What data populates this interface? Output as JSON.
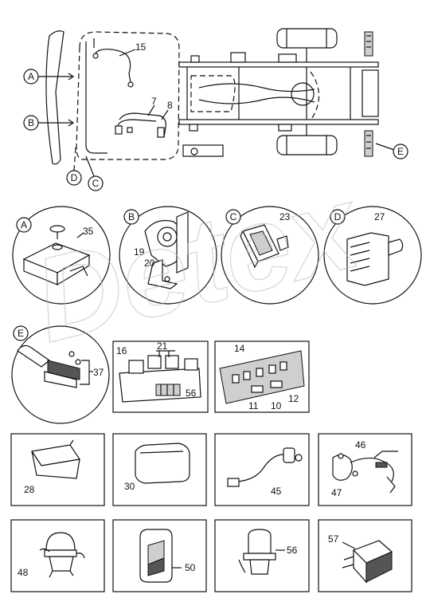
{
  "watermark": "Detex",
  "views": [
    "A",
    "B",
    "C",
    "D",
    "E"
  ],
  "main_numbers": [
    "15",
    "7",
    "8"
  ],
  "detail_numbers": {
    "A": [
      "35"
    ],
    "B": [
      "19",
      "20"
    ],
    "C": [
      "23"
    ],
    "D": [
      "27"
    ],
    "E": [
      "37"
    ]
  },
  "box_numbers": {
    "relay_box": [
      "16",
      "21",
      "56"
    ],
    "fuse_panel": [
      "14",
      "11",
      "10",
      "12"
    ],
    "row1": [
      "28",
      "30",
      "45",
      "46",
      "47"
    ],
    "row2": [
      "48",
      "50",
      "56",
      "57"
    ]
  }
}
